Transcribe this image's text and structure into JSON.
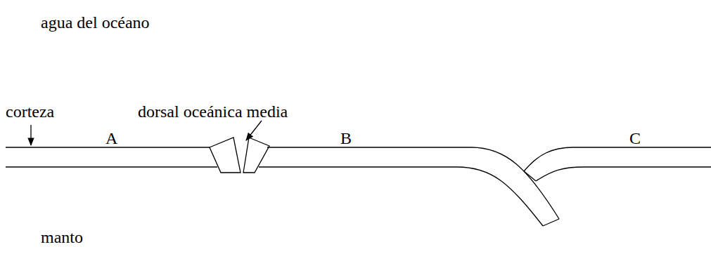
{
  "diagram": {
    "labels": [
      "agua del océano",
      "corteza",
      "dorsal oceánica media",
      "A",
      "B",
      "C",
      "manto"
    ]
  }
}
